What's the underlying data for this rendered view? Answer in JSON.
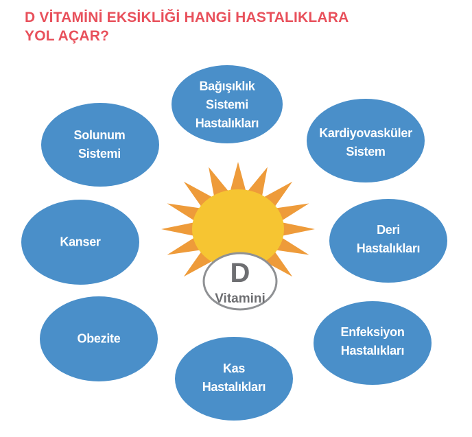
{
  "title": {
    "line1": "D VİTAMİNİ EKSİKLİĞİ HANGİ HASTALIKLARA",
    "line2": "YOL AÇAR?"
  },
  "center": {
    "icon": "sun-icon",
    "badge_letter": "D",
    "badge_word": "Vitamini"
  },
  "nodes": [
    {
      "id": "bagisiklik",
      "lines": [
        "Bağışıklık",
        "Sistemi",
        "Hastalıkları"
      ]
    },
    {
      "id": "solunum",
      "lines": [
        "Solunum",
        "Sistemi"
      ]
    },
    {
      "id": "kardiyovaskuler",
      "lines": [
        "Kardiyovasküler",
        "Sistem"
      ]
    },
    {
      "id": "kanser",
      "lines": [
        "Kanser"
      ]
    },
    {
      "id": "deri",
      "lines": [
        "Deri",
        "Hastalıkları"
      ]
    },
    {
      "id": "obezite",
      "lines": [
        "Obezite"
      ]
    },
    {
      "id": "enfeksiyon",
      "lines": [
        "Enfeksiyon",
        "Hastalıkları"
      ]
    },
    {
      "id": "kas",
      "lines": [
        "Kas",
        "Hastalıkları"
      ]
    }
  ],
  "colors": {
    "title": "#e8505b",
    "node_fill": "#4a8fc9",
    "node_text": "#ffffff",
    "sun_body": "#f6c532",
    "sun_rays": "#ee9b3a",
    "badge_border": "#8f9194",
    "badge_text": "#6d6e71"
  }
}
